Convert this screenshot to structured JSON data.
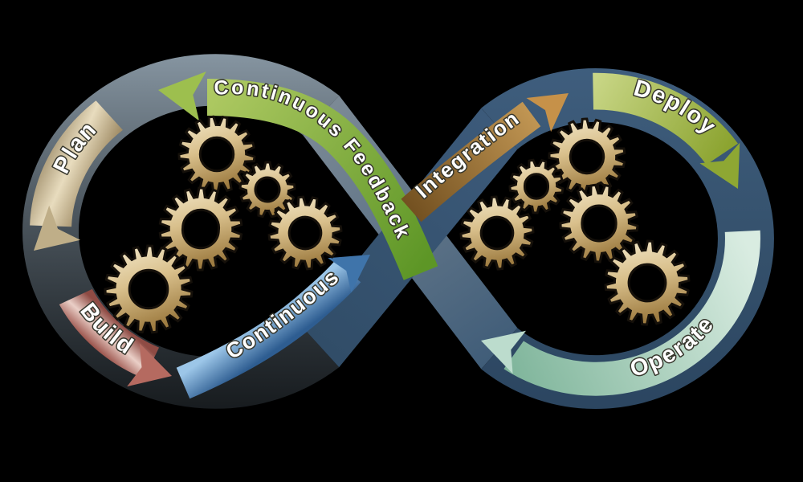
{
  "diagram": {
    "background_color": "#000000"
  },
  "rings": {
    "left": {
      "color": "#76848e"
    },
    "right": {
      "color": "#33506b"
    }
  },
  "steps": [
    {
      "label": "Plan",
      "color": "#cbbc98"
    },
    {
      "label": "Build",
      "color": "#c47f74"
    },
    {
      "label": "Continuous",
      "color": "#4a7fb5"
    },
    {
      "label": "Continuous Feedback",
      "color": "#7fb23c"
    },
    {
      "label": "Integration",
      "color": "#bb8b44"
    },
    {
      "label": "Deploy",
      "color": "#a3bc45"
    },
    {
      "label": "Operate",
      "color": "#a9cfbc"
    }
  ],
  "gears": {
    "icon": "gear-icon",
    "left_count": 5,
    "right_count": 5,
    "color": "#d9c08c"
  }
}
